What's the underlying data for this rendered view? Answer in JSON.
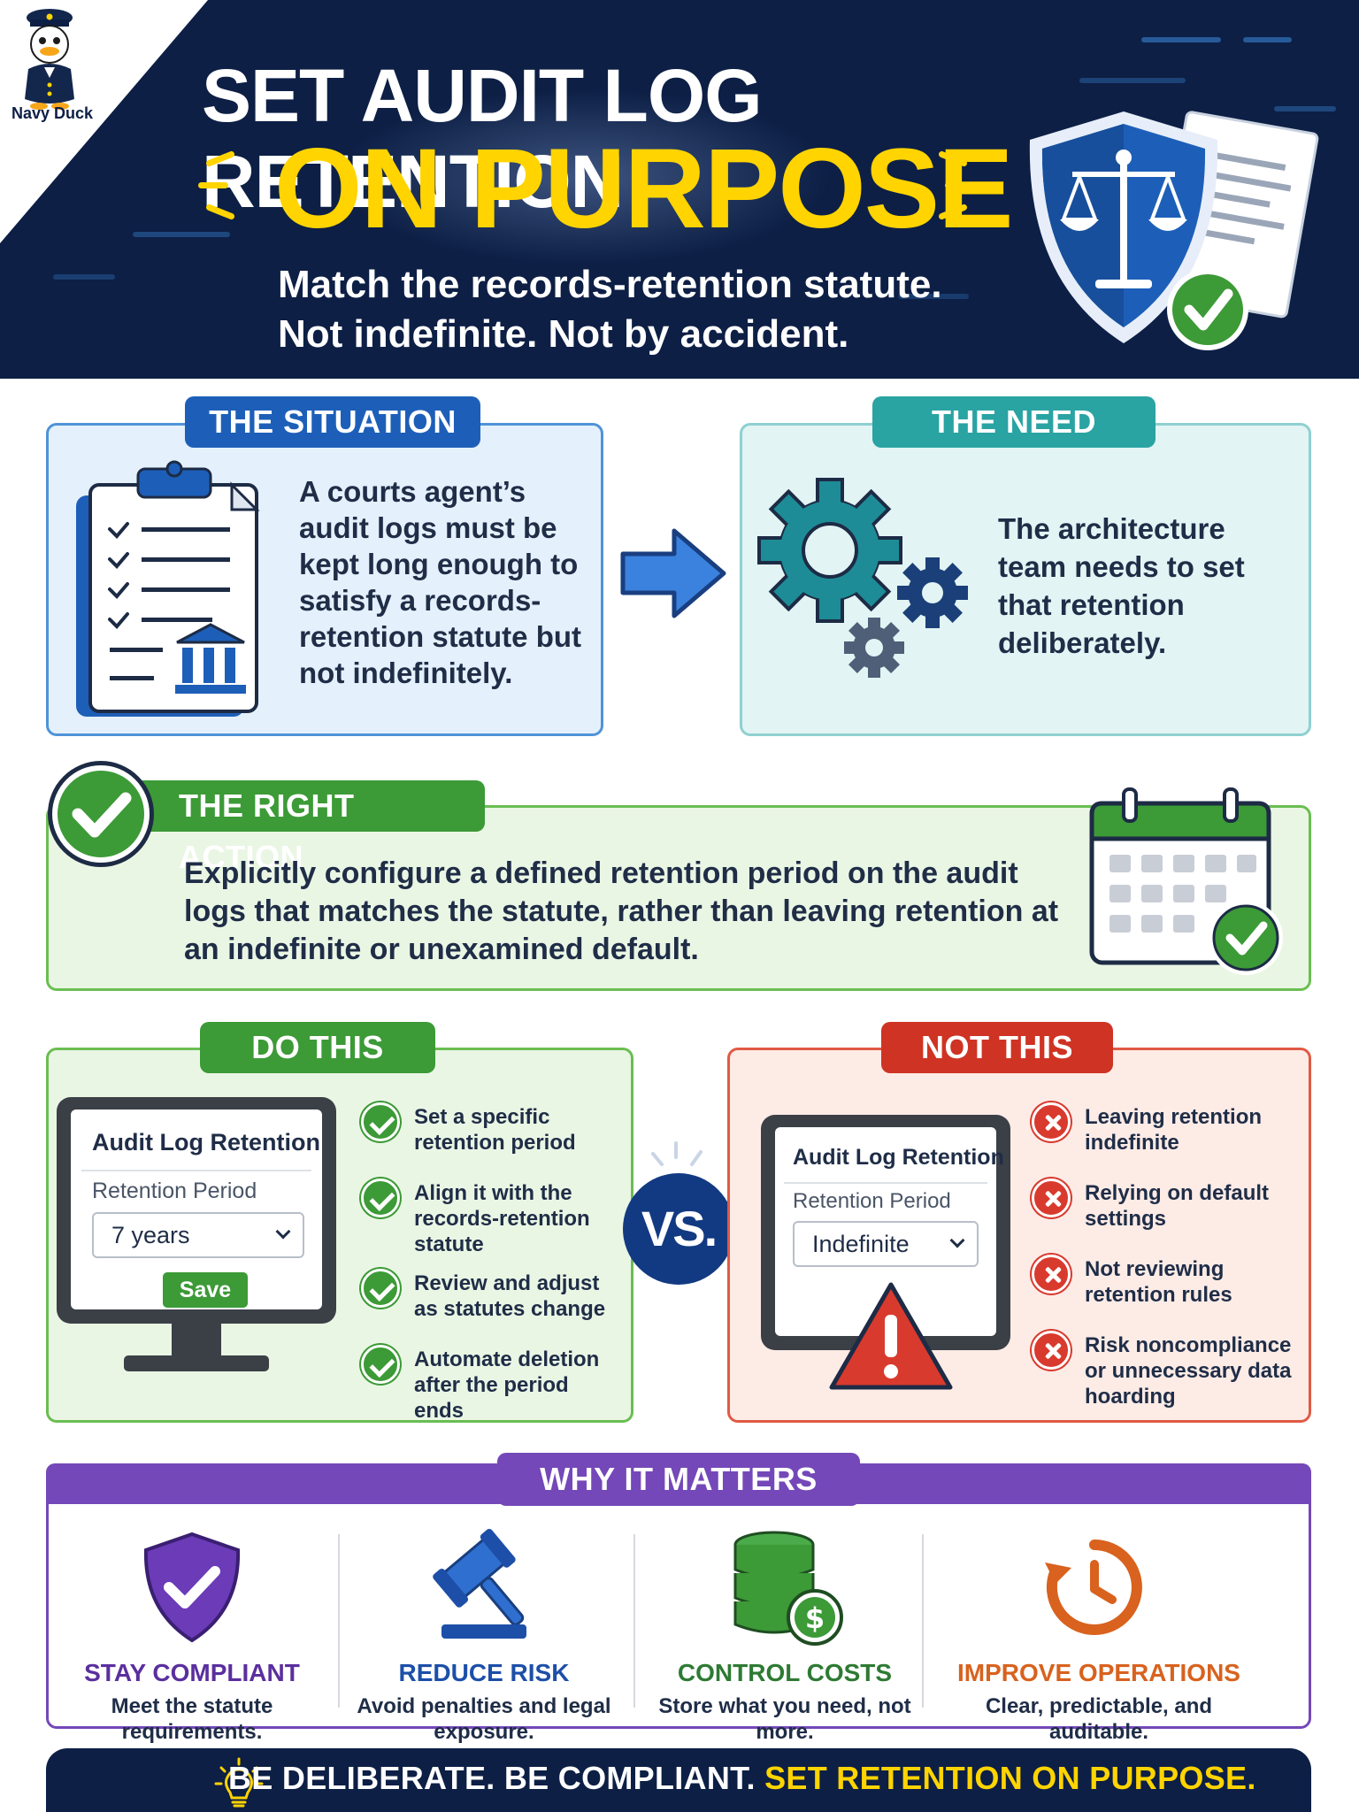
{
  "brand": {
    "name": "Navy Duck"
  },
  "header": {
    "title_line1": "SET AUDIT LOG RETENTION",
    "title_line2": "ON PURPOSE",
    "subtitle_line1": "Match the records-retention statute.",
    "subtitle_line2": "Not indefinite. Not by accident."
  },
  "situation": {
    "label": "THE SITUATION",
    "text": "A courts agent’s audit logs must be kept long enough to satisfy a records-retention statute but not indefinitely."
  },
  "need": {
    "label": "THE NEED",
    "text": "The architecture team needs to set that retention deliberately."
  },
  "right_action": {
    "label": "THE RIGHT ACTION",
    "text": "Explicitly configure a defined retention period on the audit logs that matches the statute, rather than leaving retention at an indefinite or unexamined default."
  },
  "do_this": {
    "label": "DO THIS",
    "mockup": {
      "title": "Audit Log Retention",
      "field_label": "Retention Period",
      "value": "7 years",
      "save_label": "Save"
    },
    "items": [
      "Set a specific retention period",
      "Align it with the records-retention statute",
      "Review and adjust as statutes change",
      "Automate deletion after the period ends"
    ]
  },
  "vs_label": "VS.",
  "not_this": {
    "label": "NOT THIS",
    "mockup": {
      "title": "Audit Log Retention",
      "field_label": "Retention Period",
      "value": "Indefinite"
    },
    "items": [
      "Leaving retention indefinite",
      "Relying on default settings",
      "Not reviewing retention rules",
      "Risk noncompliance or unnecessary data hoarding"
    ]
  },
  "why": {
    "label": "WHY IT MATTERS",
    "items": [
      {
        "title": "STAY COMPLIANT",
        "desc": "Meet the statute requirements.",
        "color": "#5b2f9e"
      },
      {
        "title": "REDUCE RISK",
        "desc": "Avoid penalties and legal exposure.",
        "color": "#1d4fa8"
      },
      {
        "title": "CONTROL COSTS",
        "desc": "Store what you need, not more.",
        "color": "#2e7a33"
      },
      {
        "title": "IMPROVE OPERATIONS",
        "desc": "Clear, predictable, and auditable.",
        "color": "#d8621e"
      }
    ]
  },
  "footer": {
    "text_white": "BE DELIBERATE. BE COMPLIANT.",
    "text_yellow": "SET RETENTION ON PURPOSE."
  },
  "colors": {
    "navy": "#0d1f45",
    "yellow": "#ffd400",
    "blue": "#1d5fb8",
    "teal": "#2aa3a3",
    "green": "#3c9a37",
    "red": "#d93a2e",
    "purple": "#7448b8"
  }
}
